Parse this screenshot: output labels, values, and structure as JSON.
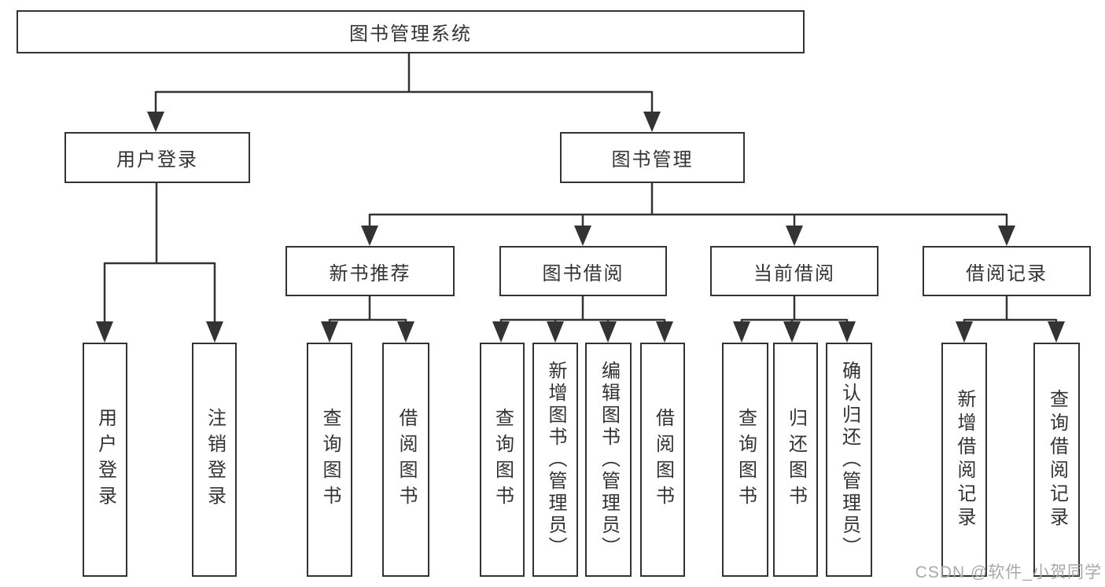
{
  "diagram": {
    "root": "图书管理系统",
    "level2": {
      "user_login_group": "用户登录",
      "book_mgmt": "图书管理"
    },
    "level3": {
      "new_books": "新书推荐",
      "borrowing": "图书借阅",
      "current": "当前借阅",
      "records": "借阅记录"
    },
    "leaves": {
      "user_login": "用户登录",
      "logout": "注销登录",
      "nb_query": "查询图书",
      "nb_borrow": "借阅图书",
      "bb_query": "查询图书",
      "bb_add": "新增图书（管理员）",
      "bb_edit": "编辑图书（管理员）",
      "bb_borrow": "借阅图书",
      "cb_query": "查询图书",
      "cb_return": "归还图书",
      "cb_confirm": "确认归还（管理员）",
      "rec_add": "新增借阅记录",
      "rec_query": "查询借阅记录"
    }
  },
  "watermark": "CSDN @软件_小贺同学",
  "colors": {
    "line": "#333333",
    "text": "#333333",
    "watermark": "#a9a9a9",
    "background": "#ffffff"
  }
}
